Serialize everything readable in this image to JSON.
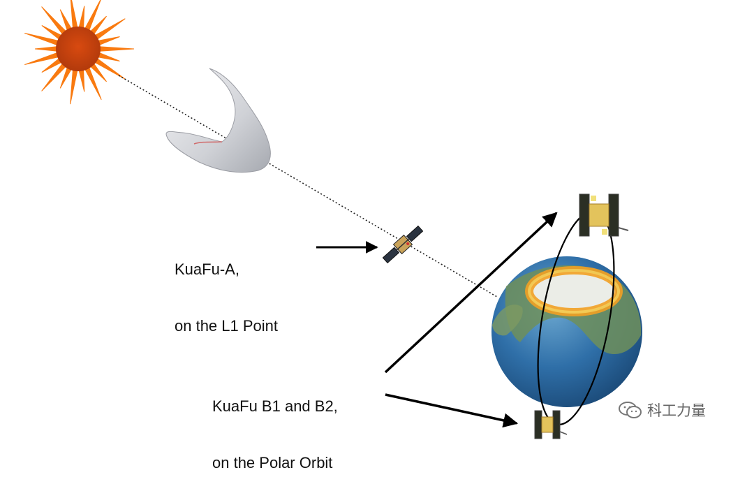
{
  "labels": {
    "kuafu_a": {
      "line1": "KuaFu-A,",
      "line2": "on the L1 Point"
    },
    "kuafu_b": {
      "line1": "KuaFu B1 and B2,",
      "line2": "on the Polar Orbit"
    }
  },
  "watermark": {
    "text": "科工力量",
    "icon": "wechat-icon"
  },
  "colors": {
    "sun_ray": "#f97a10",
    "sun_core": "#c0400d",
    "earth_ocean": "#2f6fa8",
    "aurora": "#f2a024",
    "arrow": "#000000"
  },
  "icons": [
    "sun-icon",
    "cme-cloud-icon",
    "satellite-icon",
    "earth-globe-icon",
    "wechat-icon"
  ]
}
